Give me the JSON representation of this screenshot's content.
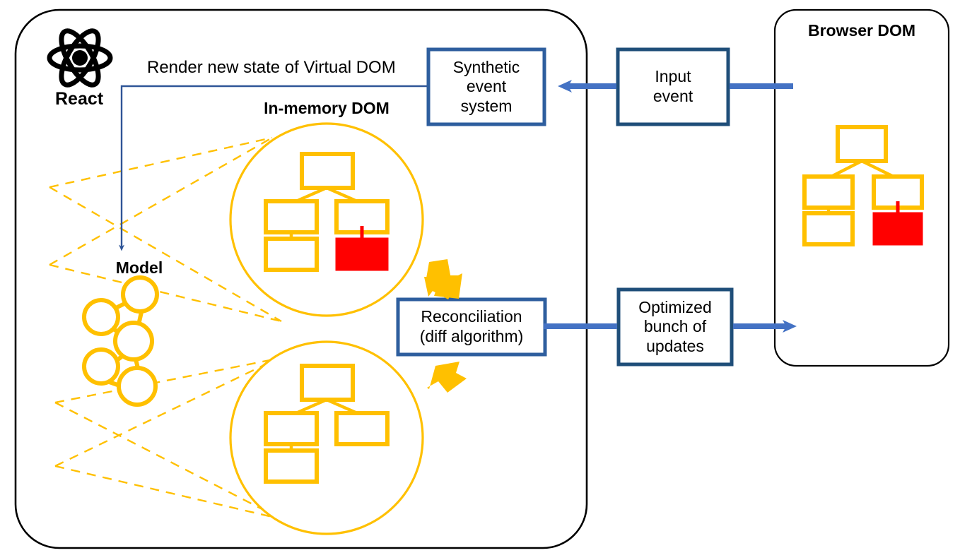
{
  "diagram": {
    "title_hidden": "React Virtual DOM reconciliation flow",
    "containers": {
      "react": {
        "label": "React"
      },
      "browser_dom": {
        "label": "Browser DOM"
      }
    },
    "labels": {
      "render_new_state": "Render new state of Virtual DOM",
      "in_memory_dom": "In-memory DOM",
      "model": "Model"
    },
    "boxes": [
      {
        "id": "synthetic-event-system",
        "label": "Synthetic\nevent\nsystem"
      },
      {
        "id": "input-event",
        "label": "Input\nevent"
      },
      {
        "id": "reconciliation",
        "label": "Reconciliation\n(diff algorithm)"
      },
      {
        "id": "optimized-updates",
        "label": "Optimized\nbunch of\nupdates"
      }
    ],
    "icons": {
      "react_logo": "react-atom-icon",
      "model_graph": "node-graph-icon",
      "vdom_tree_new": "dom-tree-with-changed-node-icon",
      "vdom_tree_old": "dom-tree-icon",
      "browser_tree": "dom-tree-with-changed-node-icon",
      "arrow_in_top": "thick-arrow-down-right-icon",
      "arrow_in_bottom": "thick-arrow-up-right-icon"
    },
    "colors": {
      "gold": "#FFC000",
      "red": "#FF0000",
      "blue_border": "#2E5E9E",
      "blue_dark": "#1F4E79",
      "blue_line": "#4472C4",
      "blue_thin": "#2F5597",
      "black": "#000000",
      "white": "#FFFFFF"
    }
  }
}
